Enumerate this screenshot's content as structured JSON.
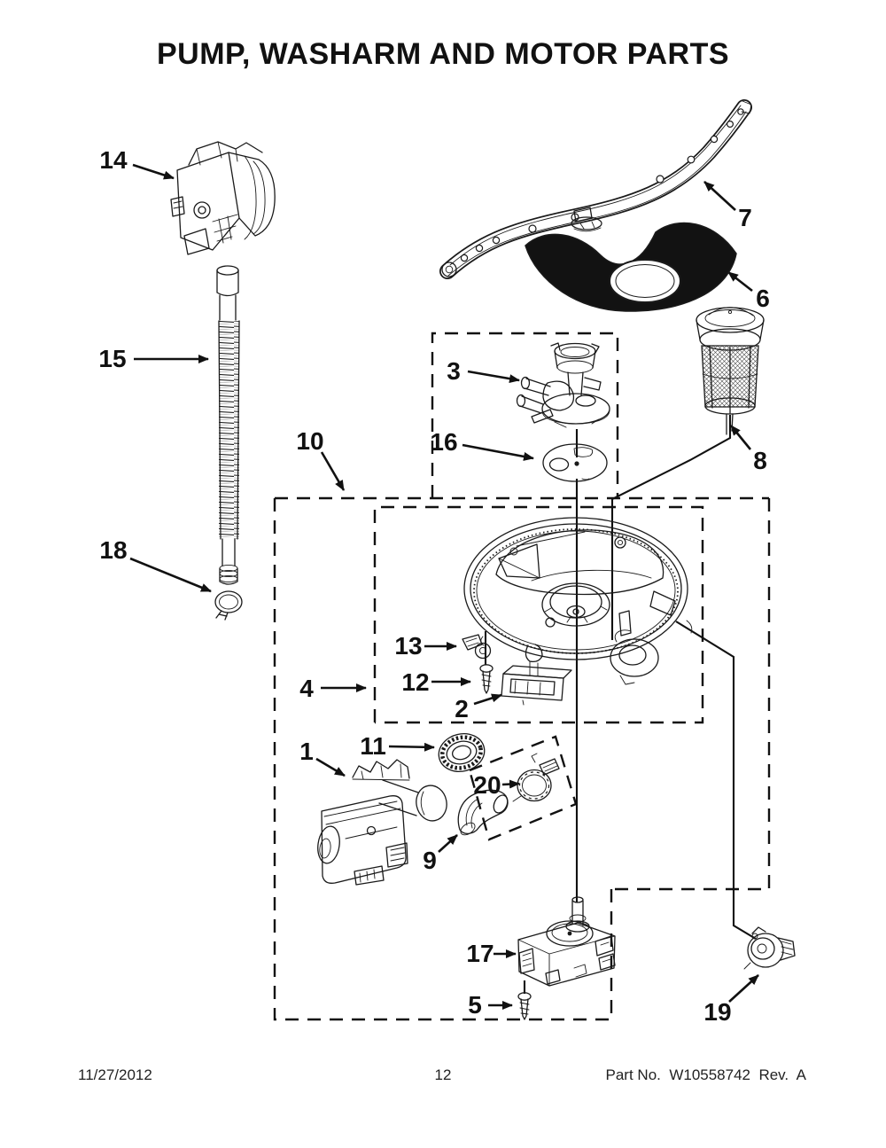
{
  "title": "PUMP, WASHARM AND MOTOR PARTS",
  "footer": {
    "date": "11/27/2012",
    "page": "12",
    "part_no": "Part No.  W10558742  Rev.  A"
  },
  "colors": {
    "ink": "#1a1a1a",
    "background": "#ffffff",
    "shield_fill": "#121212"
  },
  "callouts": {
    "c1": "1",
    "c2": "2",
    "c3": "3",
    "c4": "4",
    "c5": "5",
    "c6": "6",
    "c7": "7",
    "c8": "8",
    "c9": "9",
    "c10": "10",
    "c11": "11",
    "c12": "12",
    "c13": "13",
    "c14": "14",
    "c15": "15",
    "c16": "16",
    "c17": "17",
    "c18": "18",
    "c19": "19",
    "c20": "20"
  }
}
